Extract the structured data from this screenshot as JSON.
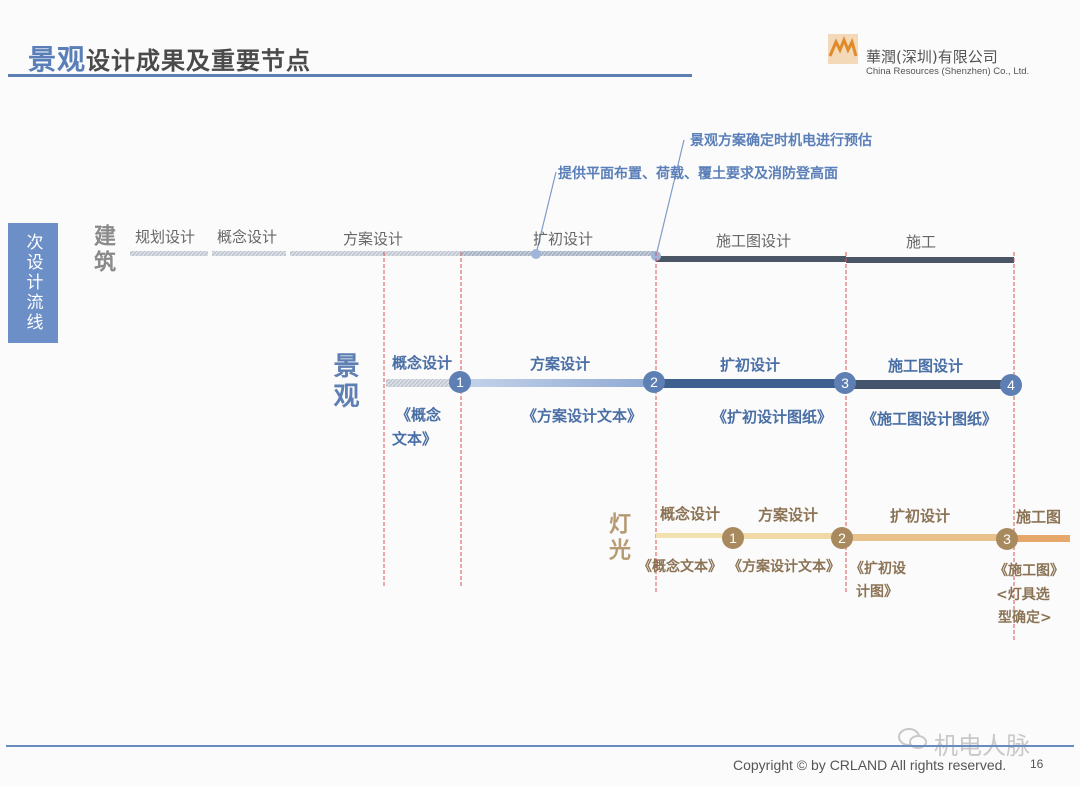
{
  "header": {
    "title_accent": "景观",
    "title_rest": "设计成果及重要节点",
    "company_cn": "華潤(深圳)有限公司",
    "company_en": "China Resources (Shenzhen) Co., Ltd."
  },
  "sidebar": {
    "label": "次设计流线"
  },
  "rows": {
    "architecture": {
      "label": "建筑",
      "phases": [
        "规划设计",
        "概念设计",
        "方案设计",
        "扩初设计",
        "施工图设计",
        "施工"
      ]
    },
    "landscape": {
      "label": "景观",
      "phases": [
        "概念设计",
        "方案设计",
        "扩初设计",
        "施工图设计"
      ],
      "milestones": [
        "1",
        "2",
        "3",
        "4"
      ],
      "deliverables": [
        "《概念",
        "文本》",
        "《方案设计文本》",
        "《扩初设计图纸》",
        "《施工图设计图纸》"
      ]
    },
    "lighting": {
      "label": "灯光",
      "phases": [
        "概念设计",
        "方案设计",
        "扩初设计",
        "施工图"
      ],
      "milestones": [
        "1",
        "2",
        "3"
      ],
      "deliverables": [
        "《概念文本》",
        "《方案设计文本》",
        "《扩初设",
        "计图》",
        "《施工图》",
        "<灯具选",
        "型确定>"
      ]
    }
  },
  "annotations": {
    "a1": "景观方案确定时机电进行预估",
    "a2": "提供平面布置、荷载、覆土要求及消防登高面"
  },
  "footer": {
    "copyright": "Copyright © by CRLAND All rights reserved.",
    "page": "16",
    "watermark": "机电人脉"
  },
  "colors": {
    "accent_blue": "#5e7fb3",
    "dark_blue": "#3f5f8f",
    "slate": "#4a5566",
    "lighting_gold": "#e8c28a",
    "milestone_brown": "#a88a5e",
    "guide_red": "#d9534f"
  }
}
